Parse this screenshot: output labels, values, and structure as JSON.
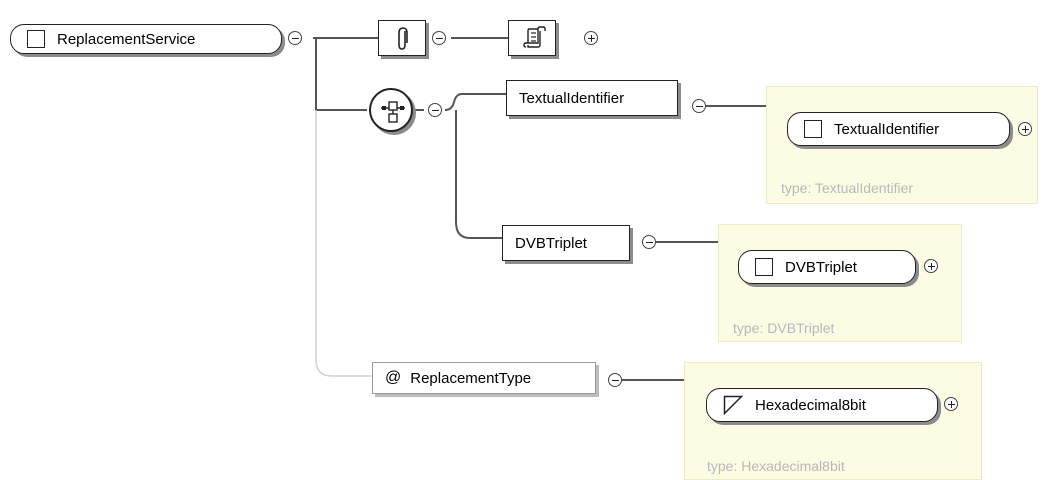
{
  "root": {
    "label": "ReplacementService"
  },
  "annotation": {
    "icon": "paperclip-icon",
    "doc_icon": "scroll-icon"
  },
  "sequence": {
    "icon": "sequence-compositor-icon"
  },
  "elements": [
    {
      "name": "TextualIdentifier",
      "type_name": "TextualIdentifier",
      "type_caption": "type: TextualIdentifier"
    },
    {
      "name": "DVBTriplet",
      "type_name": "DVBTriplet",
      "type_caption": "type: DVBTriplet"
    }
  ],
  "attribute": {
    "at_symbol": "@",
    "name": "ReplacementType",
    "type_name": "Hexadecimal8bit",
    "type_caption": "type: Hexadecimal8bit"
  },
  "colors": {
    "line": "#555555",
    "attribute_line": "#d0d0d0",
    "type_panel": "#fcfbe3",
    "caption": "#b8b8b8"
  }
}
